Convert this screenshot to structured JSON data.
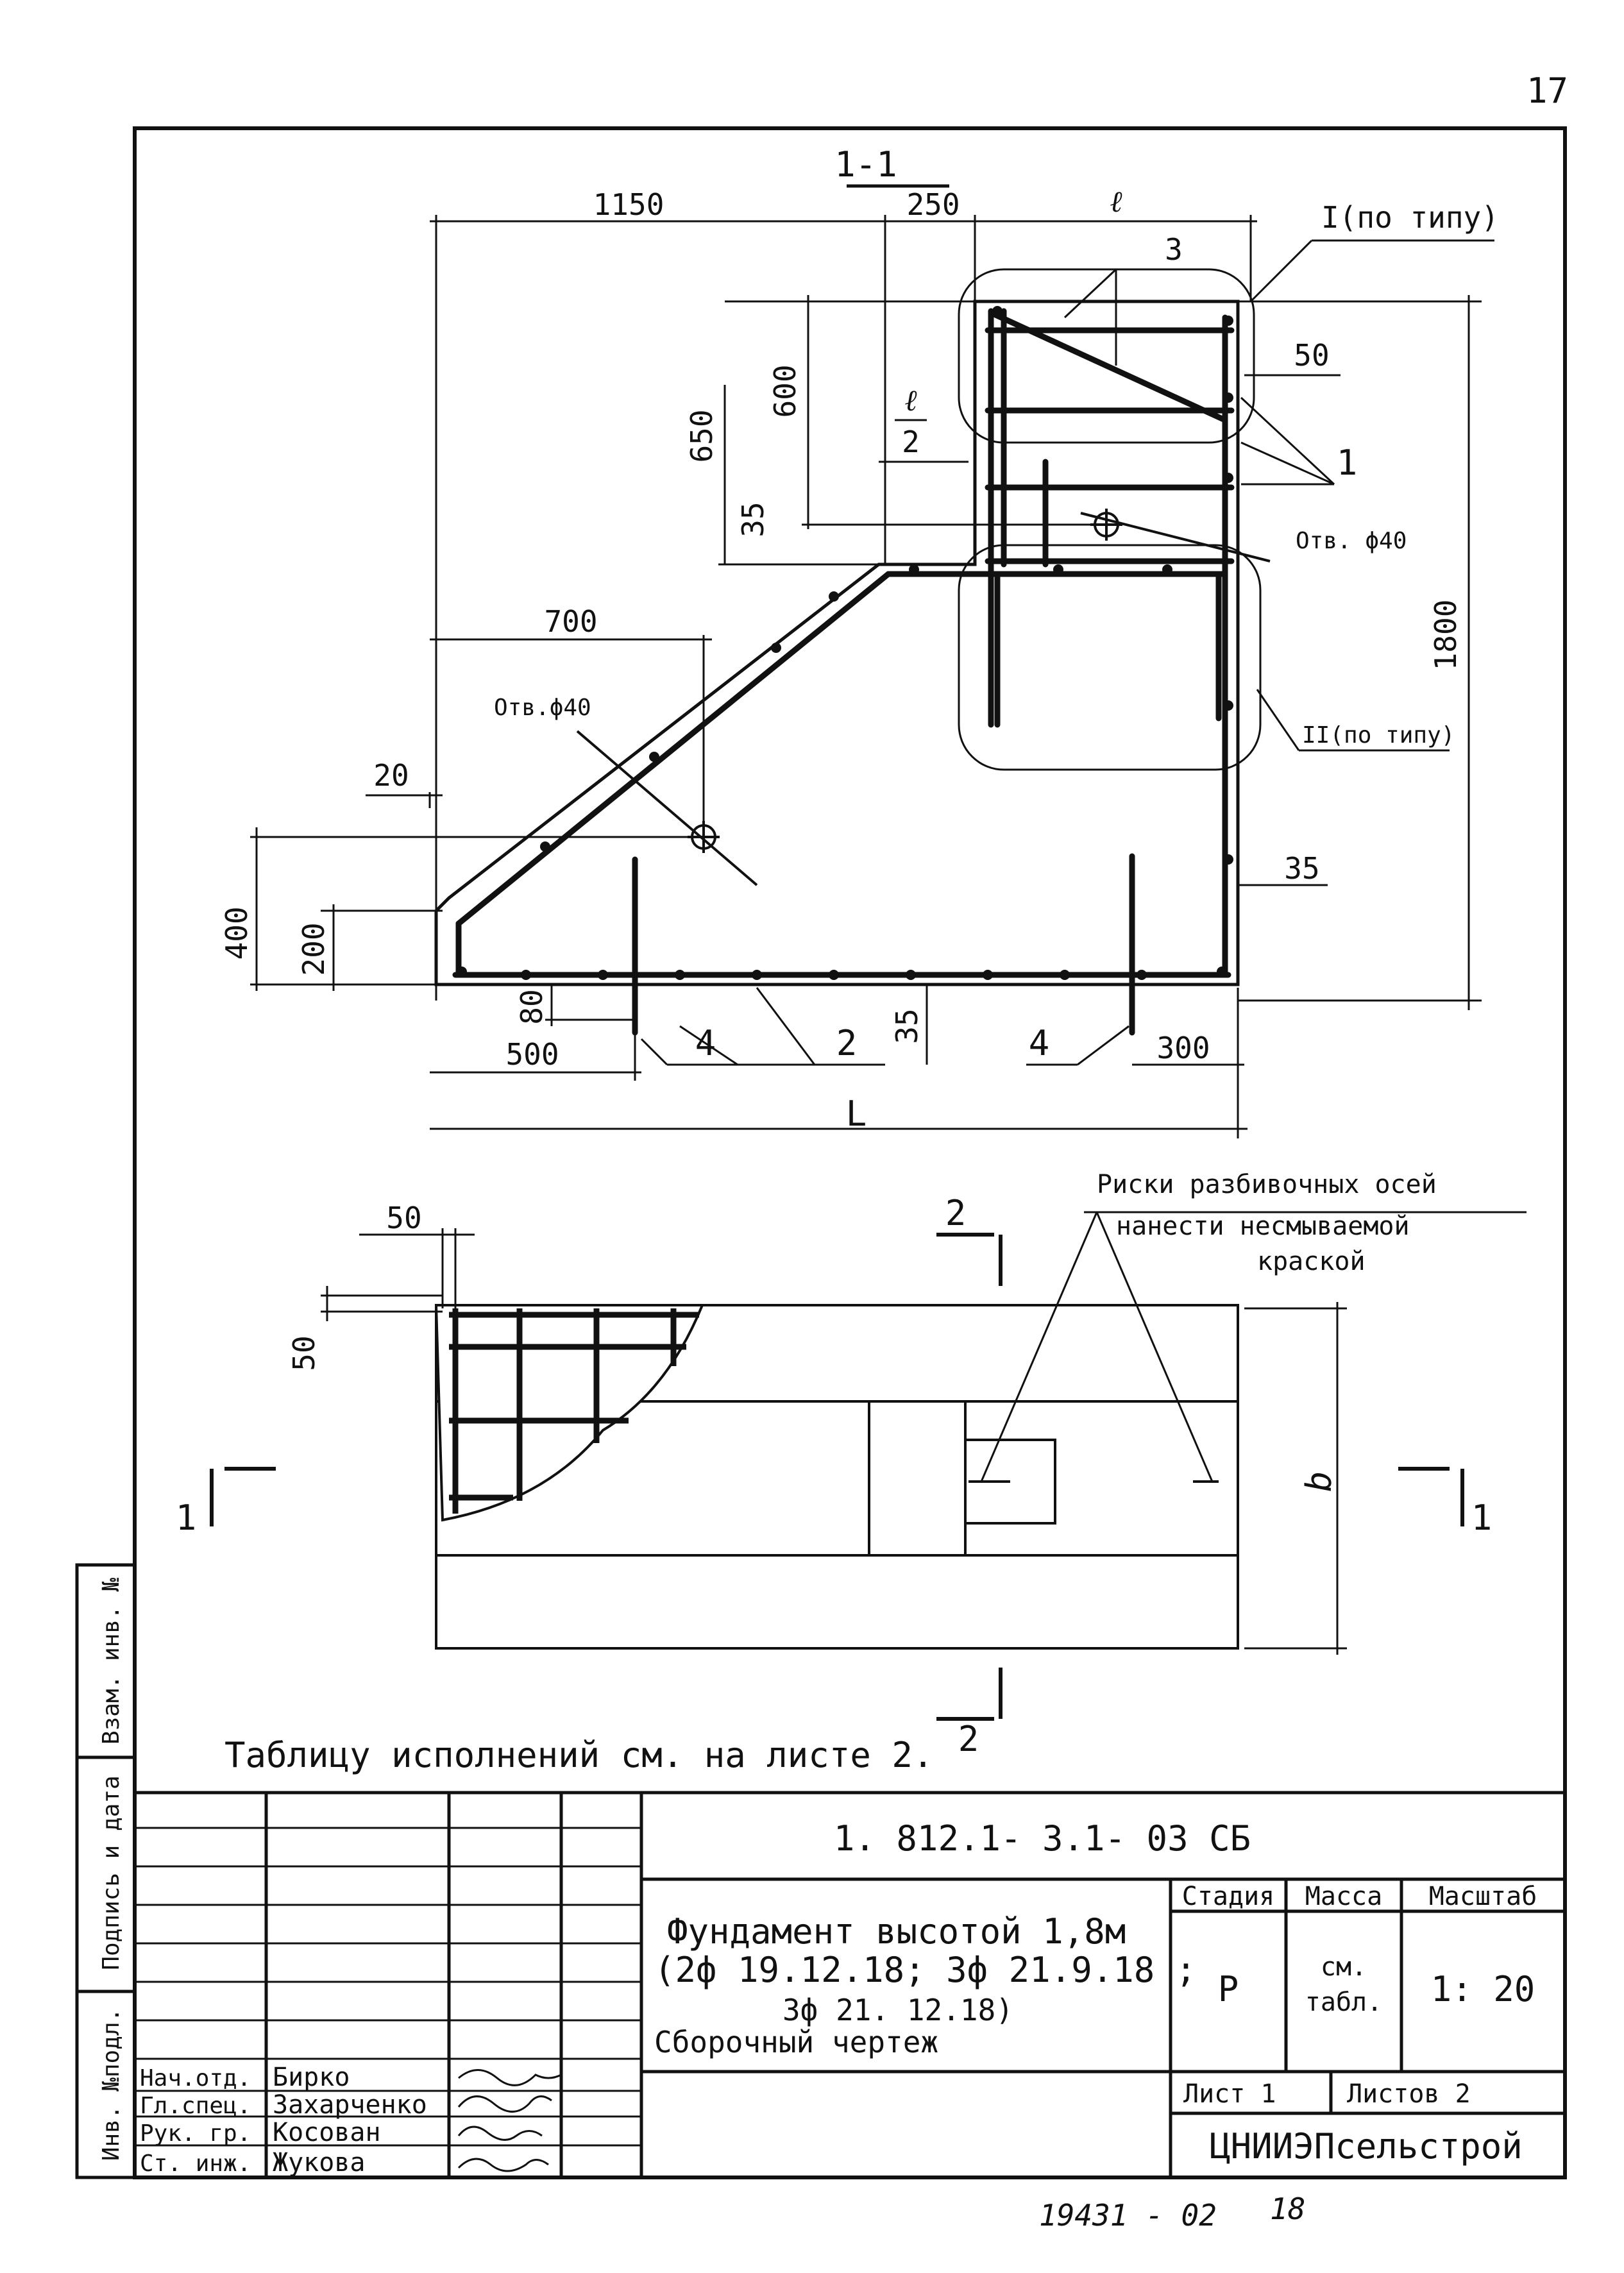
{
  "page_number": "17",
  "section_1_1": {
    "title": "1-1",
    "dims": {
      "d1150": "1150",
      "d250": "250",
      "d_l": "ℓ",
      "d_l_half_num": "ℓ",
      "d_l_half_den": "2",
      "d650": "650",
      "d600": "600",
      "d35_left": "35",
      "d50_right": "50",
      "d1800": "1800",
      "d700": "700",
      "d20": "20",
      "d400": "400",
      "d200": "200",
      "d80": "80",
      "d500": "500",
      "d35_bottom": "35",
      "d300": "300",
      "d_L": "L",
      "d35_right": "35"
    },
    "callouts": {
      "node_I": "I(по типу)",
      "node_II": "II(по типу)",
      "pos_1": "1",
      "pos_2": "2",
      "pos_3": "3",
      "pos_4a": "4",
      "pos_4b": "4",
      "hole_right": "Отв. ϕ40",
      "hole_left": "Отв.ϕ40"
    }
  },
  "plan_view": {
    "d50_top": "50",
    "d50_side": "50",
    "d_b": "b",
    "note_line1": "Риски разбивочных осей",
    "note_line2": "нанести несмываемой",
    "note_line3": "краской",
    "cut_2_top": "2",
    "cut_2_bottom": "2",
    "cut_1_left": "1",
    "cut_1_right": "1"
  },
  "table_note": "Таблицу исполнений см. на листе 2.",
  "side_stamp": {
    "inv_podl": "Инв. №подл.",
    "podpis_data": "Подпись и дата",
    "vzam_inv": "Взам. инв. №"
  },
  "title_block": {
    "doc_code": "1. 812.1- 3.1- 03 СБ",
    "title_line1": "Фундамент высотой 1,8м",
    "title_line2": "(2ф 19.12.18; 3ф 21.9.18 ;",
    "title_line3": "3ф 21. 12.18)",
    "title_line4": "Сборочный чертеж",
    "stage_label": "Стадия",
    "mass_label": "Масса",
    "scale_label": "Масштаб",
    "stage_value": "Р",
    "mass_value_1": "см.",
    "mass_value_2": "табл.",
    "scale_value": "1: 20",
    "sheet_label": "Лист 1",
    "sheets_label": "Листов 2",
    "org": "ЦНИИЭПсельстрой",
    "staff": [
      {
        "role": "Нач.отд.",
        "name": "Бирко"
      },
      {
        "role": "Гл.спец.",
        "name": "Захарченко"
      },
      {
        "role": "Рук. гр.",
        "name": "Косован"
      },
      {
        "role": "Ст. инж.",
        "name": "Жукова"
      }
    ]
  },
  "footer_number": "19431 - 02",
  "footer_page": "18"
}
